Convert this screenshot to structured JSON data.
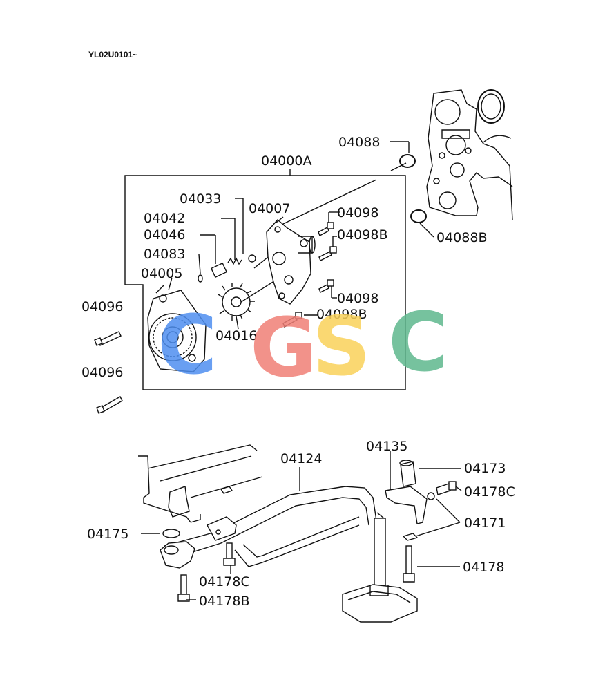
{
  "document_code": "YL02U0101~",
  "watermark": {
    "letters": [
      "C",
      "G",
      "S",
      "C"
    ],
    "colors": [
      "#4f8ff0",
      "#f07f76",
      "#fad25a",
      "#5fb88e"
    ]
  },
  "parts": {
    "p04000A": "04000A",
    "p04088": "04088",
    "p04088B": "04088B",
    "p04033": "04033",
    "p04007": "04007",
    "p04098_a": "04098",
    "p04042": "04042",
    "p04098B_a": "04098B",
    "p04046": "04046",
    "p04083": "04083",
    "p04005": "04005",
    "p04098_b": "04098",
    "p04096_a": "04096",
    "p04098B_b": "04098B",
    "p04016": "04016",
    "p04096_b": "04096",
    "p04135": "04135",
    "p04124": "04124",
    "p04173": "04173",
    "p04178C_a": "04178C",
    "p04175": "04175",
    "p04171": "04171",
    "p04178": "04178",
    "p04178C_b": "04178C",
    "p04178B": "04178B"
  }
}
